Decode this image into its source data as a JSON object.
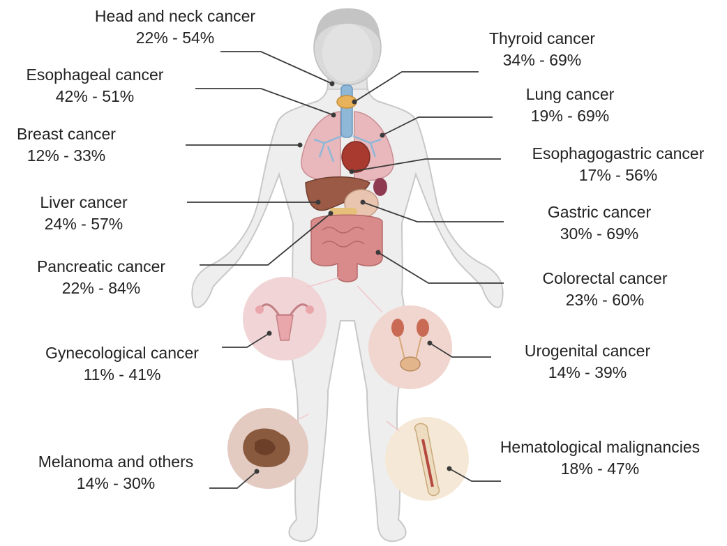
{
  "colors": {
    "body_fill": "#eeeeee",
    "body_outline": "#c8c8c8",
    "head_fill": "#d9d9d9",
    "lung_fill": "#e8b8bc",
    "airway_fill": "#8eb7d8",
    "thyroid_fill": "#e8b25a",
    "heart_fill": "#a83a30",
    "liver_fill": "#9a5a45",
    "stomach_fill": "#e9c5b0",
    "intestine_fill": "#d98a8a",
    "spleen_fill": "#8e3b52",
    "uterus_circle": "#f1d4d6",
    "kidney_circle": "#f0d6cf",
    "skin_circle": "#e3cbc2",
    "bone_circle": "#f5e8d6",
    "leader_line": "#3a3a3a"
  },
  "icons": [
    "human-body-icon",
    "uterus-icon",
    "kidney-bladder-icon",
    "melanoma-lesion-icon",
    "femur-bone-icon"
  ],
  "labels": {
    "head_neck": {
      "name": "Head and neck cancer",
      "range": "22% - 54%"
    },
    "esophageal": {
      "name": "Esophageal cancer",
      "range": "42% - 51%"
    },
    "breast": {
      "name": "Breast cancer",
      "range": "12% - 33%"
    },
    "liver": {
      "name": "Liver cancer",
      "range": "24% - 57%"
    },
    "pancreatic": {
      "name": "Pancreatic cancer",
      "range": "22% - 84%"
    },
    "gynecological": {
      "name": "Gynecological cancer",
      "range": "11% - 41%"
    },
    "melanoma": {
      "name": "Melanoma and others",
      "range": "14% - 30%"
    },
    "thyroid": {
      "name": "Thyroid cancer",
      "range": "34% - 69%"
    },
    "lung": {
      "name": "Lung cancer",
      "range": "19% - 69%"
    },
    "esophagogastric": {
      "name": "Esophagogastric cancer",
      "range": "17% - 56%"
    },
    "gastric": {
      "name": "Gastric cancer",
      "range": "30% - 69%"
    },
    "colorectal": {
      "name": "Colorectal cancer",
      "range": "23% - 60%"
    },
    "urogenital": {
      "name": "Urogenital cancer",
      "range": "14% - 39%"
    },
    "hematological": {
      "name": "Hematological malignancies",
      "range": "18% - 47%"
    }
  }
}
